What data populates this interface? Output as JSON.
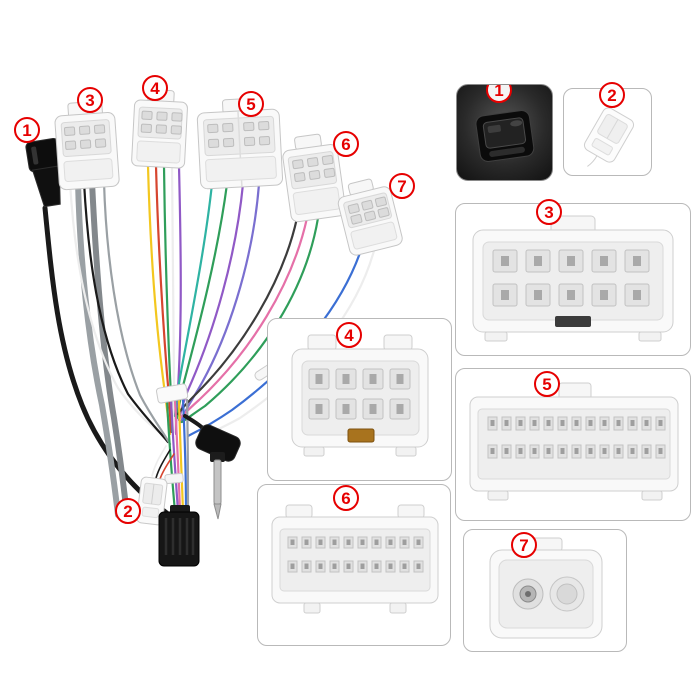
{
  "callouts": {
    "n1": "1",
    "n2": "2",
    "n3": "3",
    "n4": "4",
    "n5": "5",
    "n6": "6",
    "n7": "7"
  },
  "style": {
    "callout_color": "#e60000",
    "panel_border_color": "#b9b9b9",
    "background": "#ffffff"
  },
  "wire_colors": {
    "black": "#1a1a1a",
    "dark": "#3c3c3c",
    "gray": "#9aa0a4",
    "gray2": "#83888c",
    "white": "#ededed",
    "yellow": "#f3c71f",
    "red": "#d6452f",
    "green": "#2f9e5a",
    "teal": "#2fb3a3",
    "purple": "#9059c6",
    "violet": "#7a6fd0",
    "pink": "#e570a8",
    "blue": "#3b6fd4"
  }
}
